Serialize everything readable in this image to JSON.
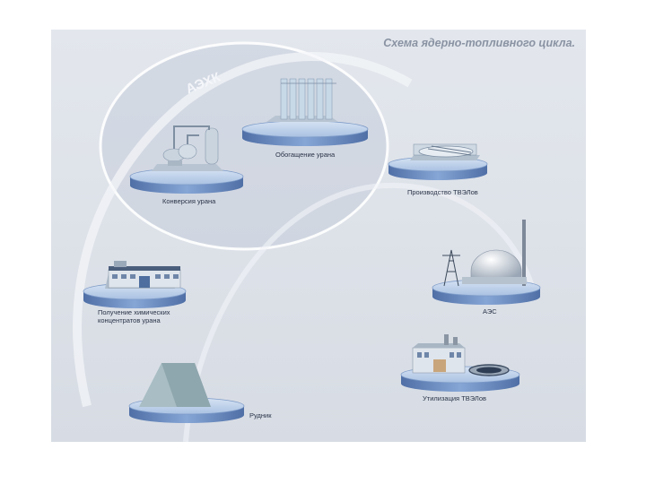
{
  "title": "Схема ядерно-топливного цикла.",
  "arc_label": "АЭХК",
  "stages": [
    {
      "id": "mine",
      "label": "Рудник",
      "icon": "pyramid-mine-icon"
    },
    {
      "id": "concentrate",
      "label": "Получение химических концентратов урана",
      "icon": "chemical-plant-icon"
    },
    {
      "id": "conversion",
      "label": "Конверсия урана",
      "icon": "conversion-plant-icon"
    },
    {
      "id": "enrichment",
      "label": "Обогащение урана",
      "icon": "centrifuge-icon"
    },
    {
      "id": "fuel",
      "label": "Производство ТВЭЛов",
      "icon": "fuel-rod-icon"
    },
    {
      "id": "npp",
      "label": "АЭС",
      "icon": "nuclear-plant-icon"
    },
    {
      "id": "disposal",
      "label": "Утилизация ТВЭЛов",
      "icon": "waste-facility-icon"
    }
  ],
  "colors": {
    "platform_top": "#b9cfea",
    "platform_side": "#6b8dc2",
    "building": "#c9d3df",
    "accent": "#5f84c0"
  }
}
